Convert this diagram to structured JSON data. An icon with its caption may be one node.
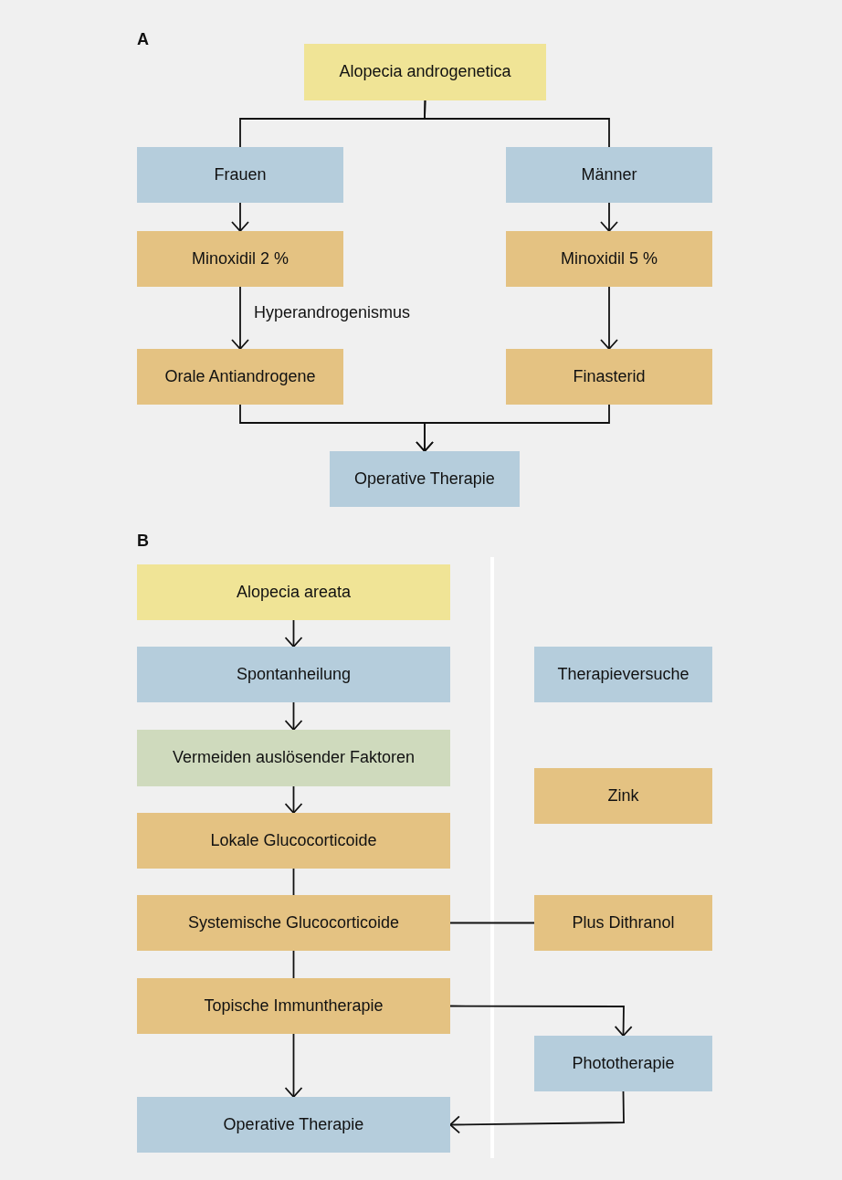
{
  "diagram": {
    "nodes": [
      {
        "text": [
          "Alopecia androgenetica"
        ]
      },
      {
        "text": [
          "Frauen"
        ]
      },
      {
        "text": [
          "Männer"
        ]
      },
      {
        "text": [
          "Minoxidil 2 %"
        ]
      },
      {
        "text": [
          "Minoxidil 5 %"
        ]
      },
      {
        "text": [
          "Orale Antiandrogene"
        ]
      },
      {
        "text": [
          "Finasterid"
        ]
      },
      {
        "text": [
          "Operative Therapie"
        ]
      },
      {
        "text": [
          "Alopecia areata"
        ]
      },
      {
        "text": [
          "Spontanheilung"
        ]
      },
      {
        "text": [
          "Vermeiden auslösender Faktoren"
        ]
      },
      {
        "text": [
          "Lokale Glucocorticoide"
        ]
      },
      {
        "text": [
          "Systemische Glucocorticoide"
        ]
      },
      {
        "text": [
          "Topische Immuntherapie"
        ]
      },
      {
        "text": [
          "Operative Therapie"
        ]
      },
      {
        "text": [
          "Therapieversuche"
        ]
      },
      {
        "text": [
          "Zink"
        ]
      },
      {
        "text": [
          "Plus Dithranol"
        ]
      },
      {
        "text": [
          "Phototherapie"
        ]
      }
    ],
    "edges": [
      {
        "from": 0,
        "to": 1,
        "arrow": "none"
      },
      {
        "from": 0,
        "to": 2,
        "arrow": "none"
      },
      {
        "from": 1,
        "to": 3,
        "arrow": "to"
      },
      {
        "from": 2,
        "to": 4,
        "arrow": "to"
      },
      {
        "from": 3,
        "to": 5,
        "arrow": "to",
        "label": "Hyperandrogenismus"
      },
      {
        "from": 4,
        "to": 6,
        "arrow": "to"
      },
      {
        "from": 5,
        "to": 7,
        "arrow": "to"
      },
      {
        "from": 6,
        "to": 7,
        "arrow": "to"
      },
      {
        "from": 8,
        "to": 9,
        "arrow": "to"
      },
      {
        "from": 9,
        "to": 10,
        "arrow": "to"
      },
      {
        "from": 10,
        "to": 11,
        "arrow": "to"
      },
      {
        "from": 11,
        "to": 12,
        "arrow": "none"
      },
      {
        "from": 12,
        "to": 13,
        "arrow": "none"
      },
      {
        "from": 13,
        "to": 14,
        "arrow": "to"
      },
      {
        "from": 12,
        "to": 17,
        "arrow": "none"
      },
      {
        "from": 13,
        "to": 18,
        "arrow": "to"
      },
      {
        "from": 18,
        "to": 14,
        "arrow": "to"
      }
    ],
    "labels": [
      "A",
      "B"
    ]
  }
}
